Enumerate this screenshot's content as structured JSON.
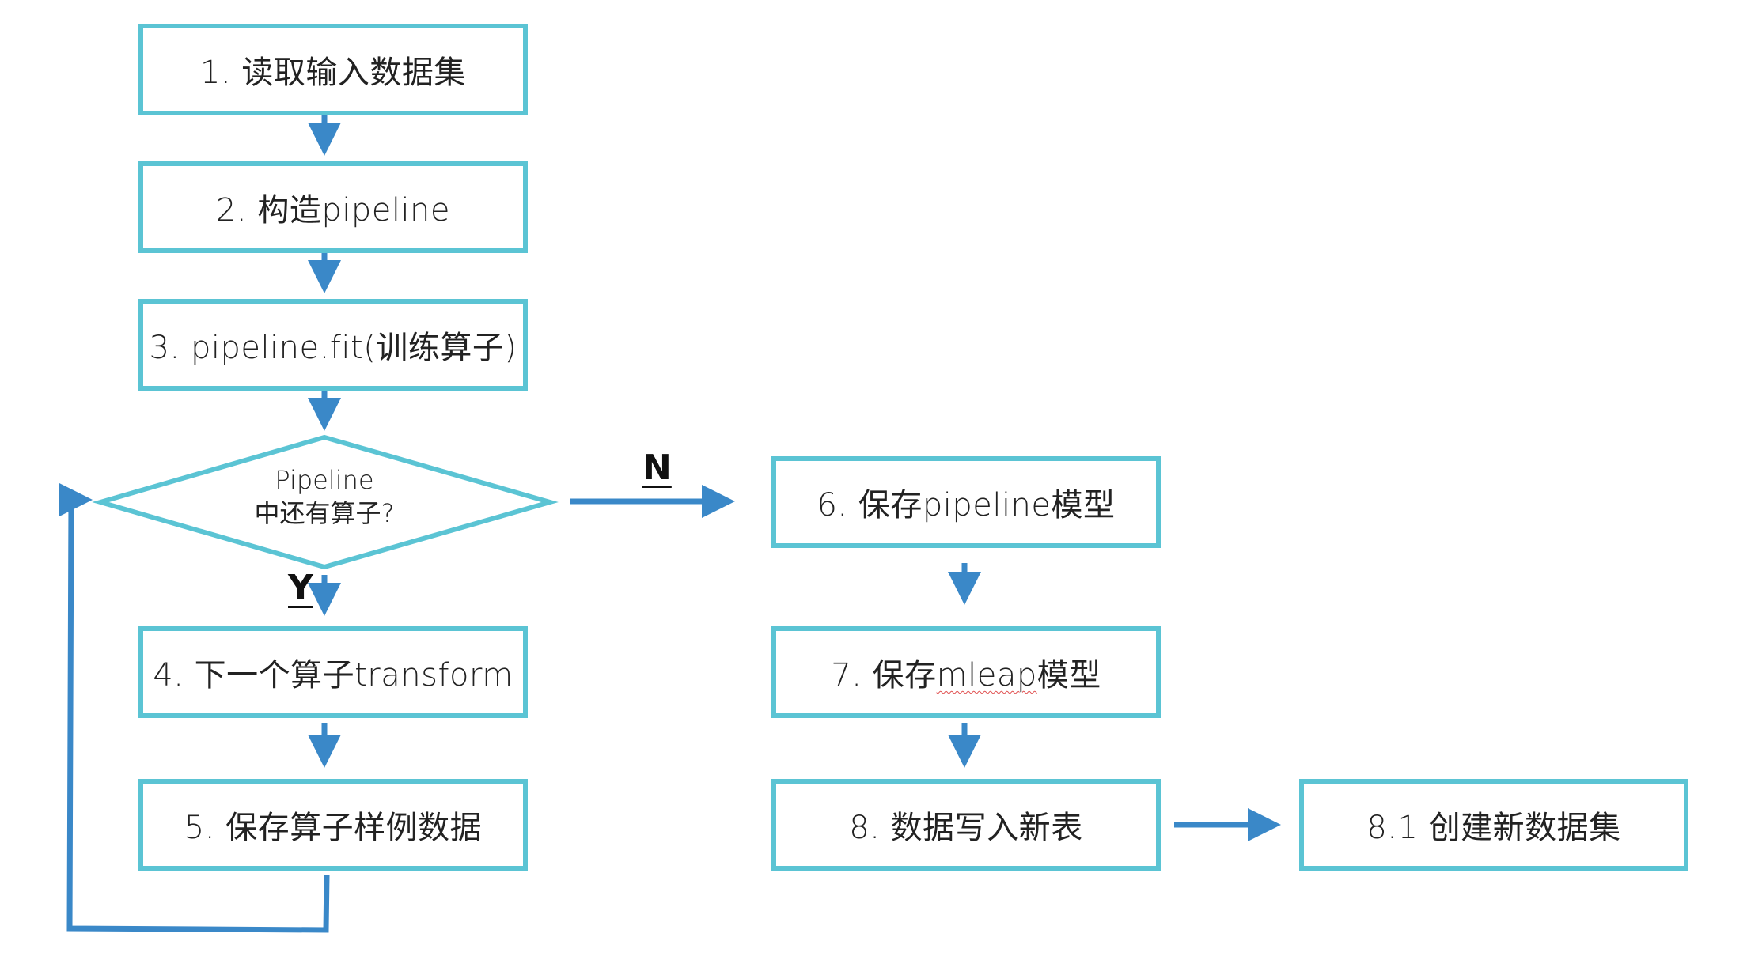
{
  "colors": {
    "node_border": "#5bc4d4",
    "arrow": "#3a88c8",
    "text": "#222222"
  },
  "nodes": {
    "read_input": "1. 读取输入数据集",
    "build_pipeline": "2. 构造pipeline",
    "fit_pipeline": "3. pipeline.fit(训练算子)",
    "decision_line1": "Pipeline",
    "decision_line2": "中还有算子?",
    "next_transform": "4. 下一个算子transform",
    "save_samples": "5. 保存算子样例数据",
    "save_pipeline": "6. 保存pipeline模型",
    "save_mleap_prefix": "7. 保存",
    "save_mleap_word": "mleap",
    "save_mleap_suffix": "模型",
    "write_table": "8. 数据写入新表",
    "create_dataset": "8.1 创建新数据集"
  },
  "edges": {
    "yes_label": "Y",
    "no_label": "N"
  }
}
